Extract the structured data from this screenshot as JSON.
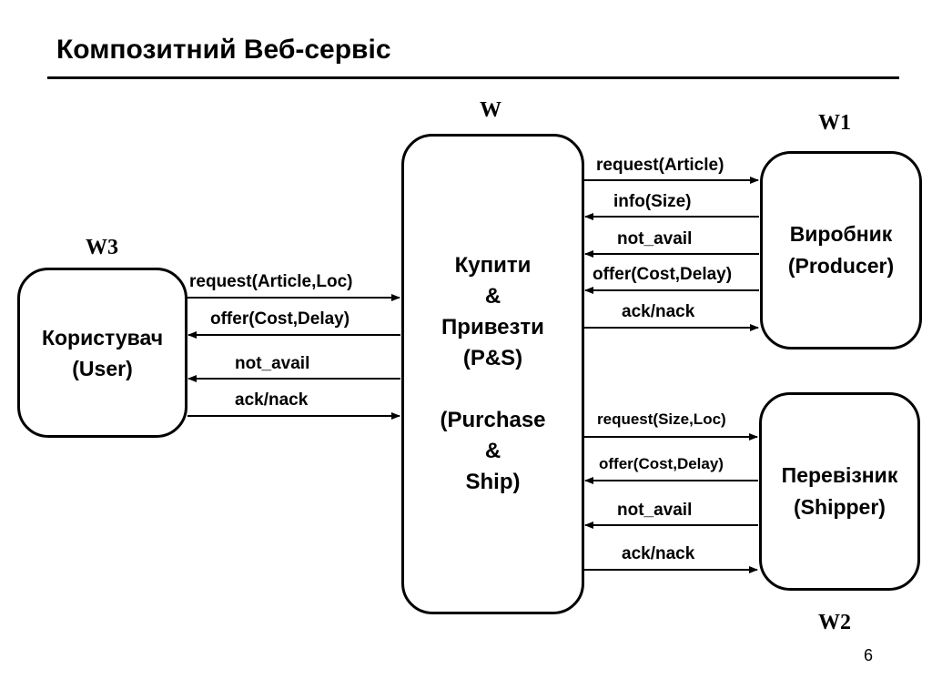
{
  "title": "Композитний Веб-сервіс",
  "page_number": "6",
  "services": {
    "w": "W",
    "w1": "W1",
    "w2": "W2",
    "w3": "W3"
  },
  "nodes": {
    "user": {
      "line1": "Користувач",
      "line2": "(User)"
    },
    "ps": {
      "line1": "Купити",
      "line2": "&",
      "line3": "Привезти",
      "line4": "(P&S)",
      "line5": "(Purchase",
      "line6": "&",
      "line7": "Ship)"
    },
    "producer": {
      "line1": "Виробник",
      "line2": "(Producer)"
    },
    "shipper": {
      "line1": "Перевізник",
      "line2": "(Shipper)"
    }
  },
  "messages": {
    "user": [
      {
        "label": "request(Article,Loc)",
        "direction": "to-ps"
      },
      {
        "label": "offer(Cost,Delay)",
        "direction": "to-user"
      },
      {
        "label": "not_avail",
        "direction": "to-user"
      },
      {
        "label": "ack/nack",
        "direction": "to-ps"
      }
    ],
    "producer": [
      {
        "label": "request(Article)",
        "direction": "to-producer"
      },
      {
        "label": "info(Size)",
        "direction": "to-ps"
      },
      {
        "label": "not_avail",
        "direction": "to-ps"
      },
      {
        "label": "offer(Cost,Delay)",
        "direction": "to-ps"
      },
      {
        "label": "ack/nack",
        "direction": "to-producer"
      }
    ],
    "shipper": [
      {
        "label": "request(Size,Loc)",
        "direction": "to-shipper"
      },
      {
        "label": "offer(Cost,Delay)",
        "direction": "to-ps"
      },
      {
        "label": "not_avail",
        "direction": "to-ps"
      },
      {
        "label": "ack/nack",
        "direction": "to-shipper"
      }
    ]
  }
}
